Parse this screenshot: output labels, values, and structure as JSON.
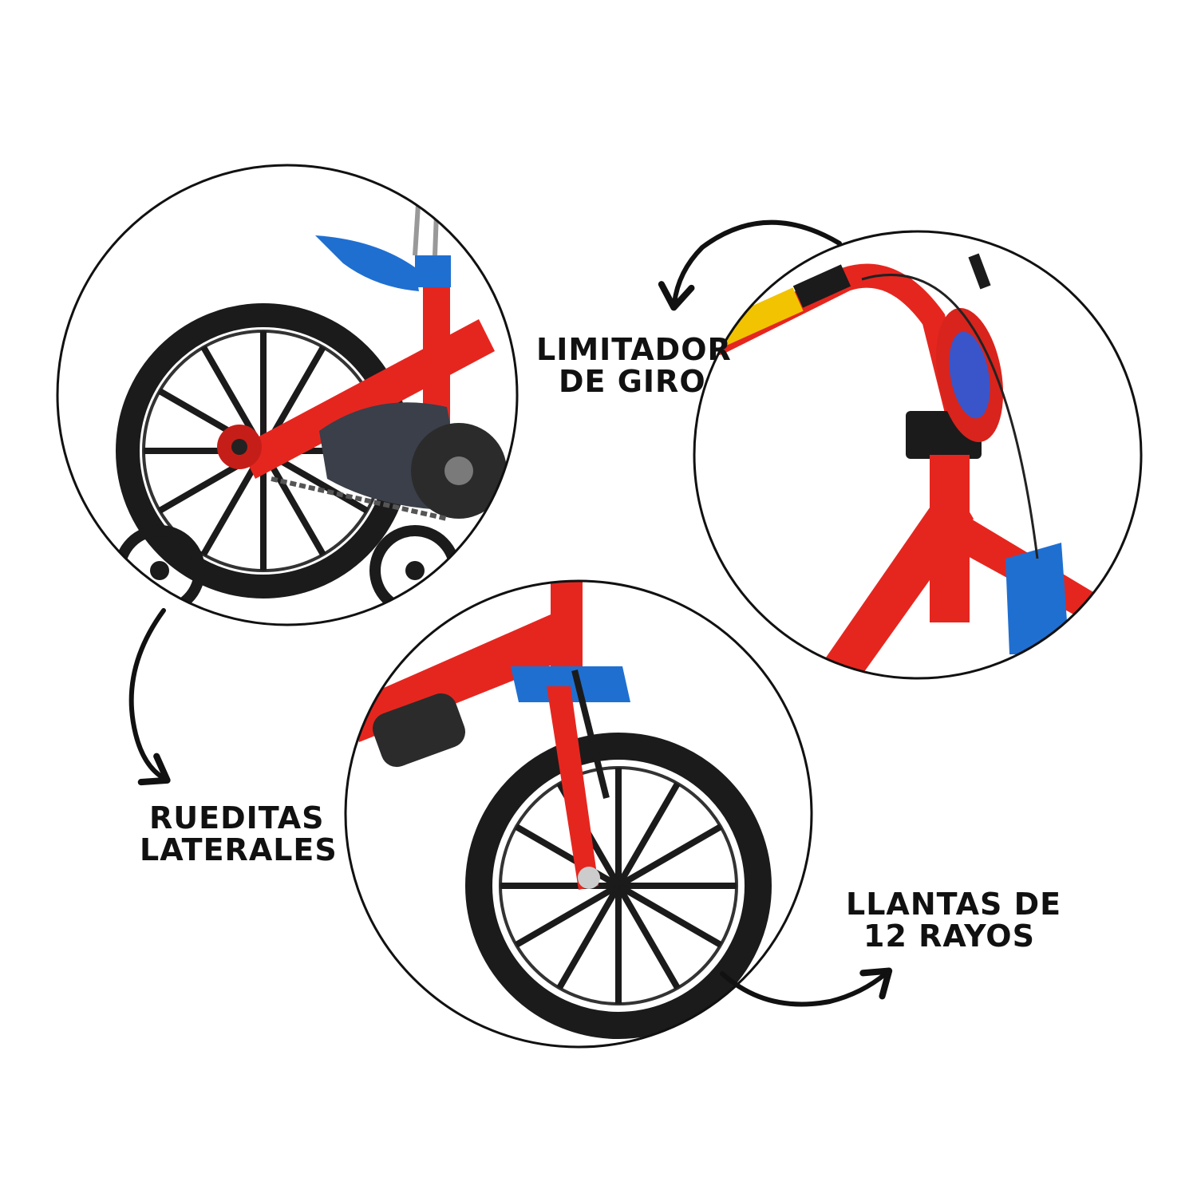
{
  "callouts": {
    "training_wheels": {
      "line1": "RUEDITAS",
      "line2": "LATERALES"
    },
    "steering_limiter": {
      "line1": "LIMITADOR",
      "line2": "DE GIRO"
    },
    "spoke_wheels": {
      "line1": "LLANTAS DE",
      "line2": "12 RAYOS"
    }
  },
  "colors": {
    "frame_red": "#e5261f",
    "accent_blue": "#1f6fd1",
    "tire_black": "#1b1b1b",
    "grip_yellow": "#f2c300",
    "outline": "#111111"
  },
  "icons": [
    "curved-arrow-icon",
    "curved-arrow-icon",
    "curved-arrow-icon"
  ]
}
